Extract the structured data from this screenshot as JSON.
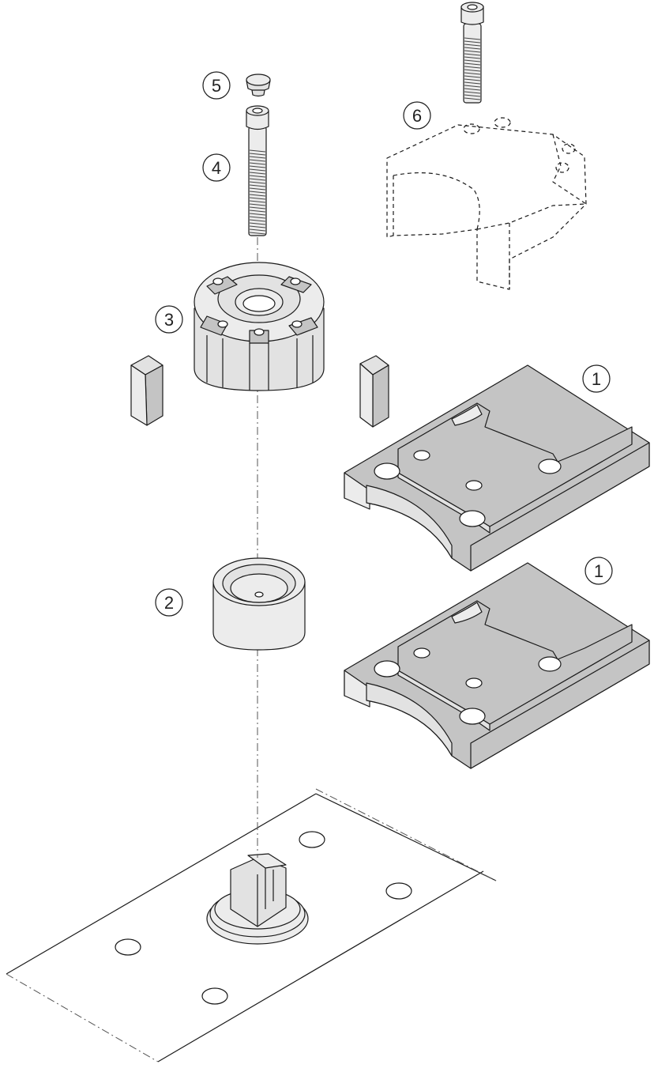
{
  "diagram": {
    "callouts": [
      {
        "id": "jaw-plate-upper",
        "label": "1"
      },
      {
        "id": "jaw-plate-lower",
        "label": "1"
      },
      {
        "id": "bushing",
        "label": "2"
      },
      {
        "id": "clamp-nut",
        "label": "3"
      },
      {
        "id": "screw",
        "label": "4"
      },
      {
        "id": "cap",
        "label": "5"
      },
      {
        "id": "clamp-block-outline",
        "label": "6"
      }
    ]
  }
}
